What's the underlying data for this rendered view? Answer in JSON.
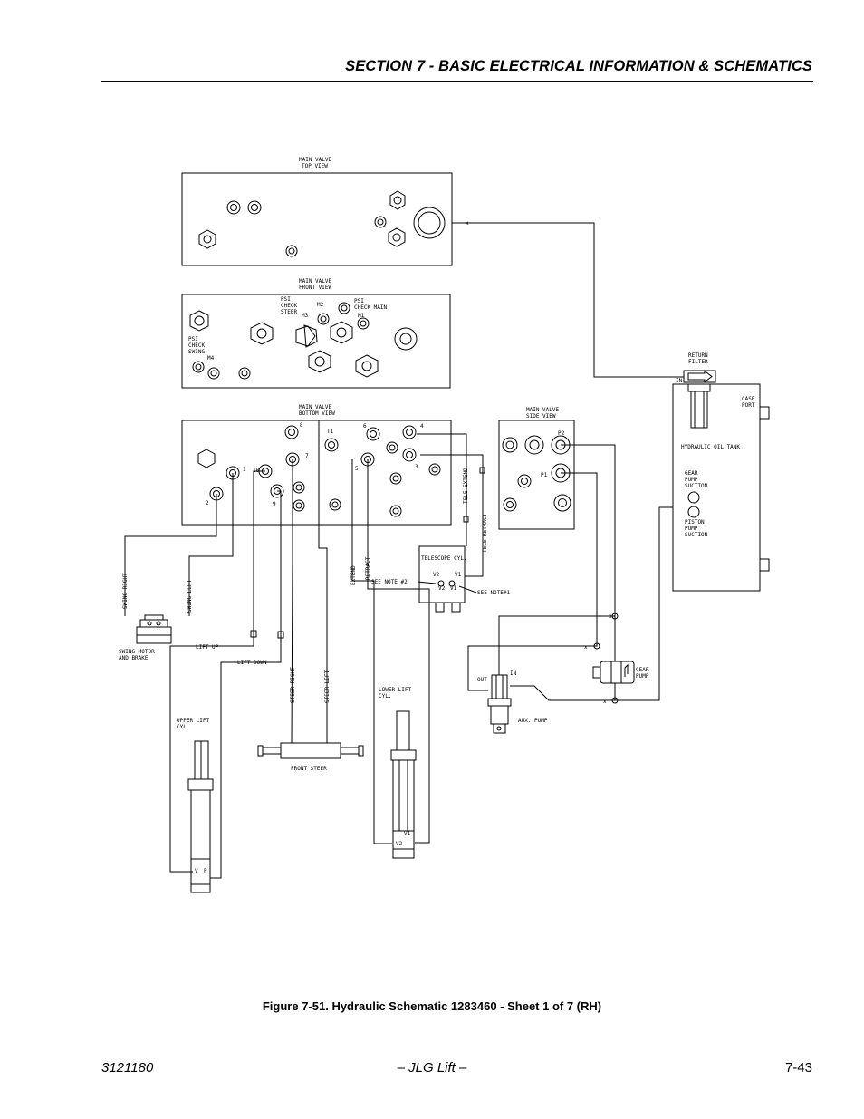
{
  "header": {
    "section_title": "SECTION 7 - BASIC ELECTRICAL INFORMATION & SCHEMATICS"
  },
  "labels": {
    "top_view_1": "MAIN VALVE",
    "top_view_2": "TOP VIEW",
    "front_view_1": "MAIN VALVE",
    "front_view_2": "FRONT VIEW",
    "bottom_view_1": "MAIN VALVE",
    "bottom_view_2": "BOTTOM VIEW",
    "side_view_1": "MAIN VALVE",
    "side_view_2": "SIDE VIEW",
    "psi_check_steer_1": "PSI",
    "psi_check_steer_2": "CHECK",
    "psi_check_steer_3": "STEER",
    "m2": "M2",
    "m3": "M3",
    "psi_check_main_1": "PSI",
    "psi_check_main_2": "CHECK MAIN",
    "m1": "M1",
    "psi_check_swing_1": "PSI",
    "psi_check_swing_2": "CHECK",
    "psi_check_swing_3": "SWING",
    "m4": "M4",
    "port_8": "8",
    "port_ti": "TI",
    "port_6": "6",
    "port_4": "4",
    "port_7": "7",
    "port_3": "3",
    "port_1": "1",
    "port_10": "10",
    "port_5": "5",
    "port_2": "2",
    "port_9": "9",
    "port_p2": "P2",
    "port_p1": "P1",
    "return_filter_1": "RETURN",
    "return_filter_2": "FILTER",
    "in_filter": "IN",
    "case_port_1": "CASE",
    "case_port_2": "PORT",
    "tank": "HYDRAULIC OIL TANK",
    "gear_suction_1": "GEAR",
    "gear_suction_2": "PUMP",
    "gear_suction_3": "SUCTION",
    "piston_suction_1": "PISTON",
    "piston_suction_2": "PUMP",
    "piston_suction_3": "SUCTION",
    "tele_extend": "TELE EXTEND",
    "tele_retract": "TELE RETRACT",
    "extend": "EXTEND",
    "retract": "RETRACT",
    "telescope_cyl": "TELESCOPE CYL.",
    "v2": "V2",
    "v1": "V1",
    "see_note_2": "SEE NOTE #2",
    "see_note_1": "SEE NOTE#1",
    "swing_right": "SWING RIGHT",
    "swing_left": "SWING LEFT",
    "swing_motor_1": "SWING MOTOR",
    "swing_motor_2": "AND BRAKE",
    "lift_up": "LIFT UP",
    "lift_down": "LIFT DOWN",
    "steer_right": "STEER RIGHT",
    "steer_left": "STEER LEFT",
    "front_steer": "FRONT STEER",
    "upper_lift_1": "UPPER LIFT",
    "upper_lift_2": "CYL.",
    "lower_lift_1": "LOWER LIFT",
    "lower_lift_2": "CYL.",
    "v": "V",
    "p": "P",
    "lower_v1": "V1",
    "lower_v2": "V2",
    "out": "OUT",
    "in": "IN",
    "aux_pump": "AUX. PUMP",
    "gear_pump_1": "GEAR",
    "gear_pump_2": "PUMP"
  },
  "caption": "Figure 7-51.  Hydraulic Schematic 1283460 - Sheet 1 of 7 (RH)",
  "footer": {
    "doc_number": "3121180",
    "center": "– JLG Lift –",
    "page": "7-43"
  }
}
